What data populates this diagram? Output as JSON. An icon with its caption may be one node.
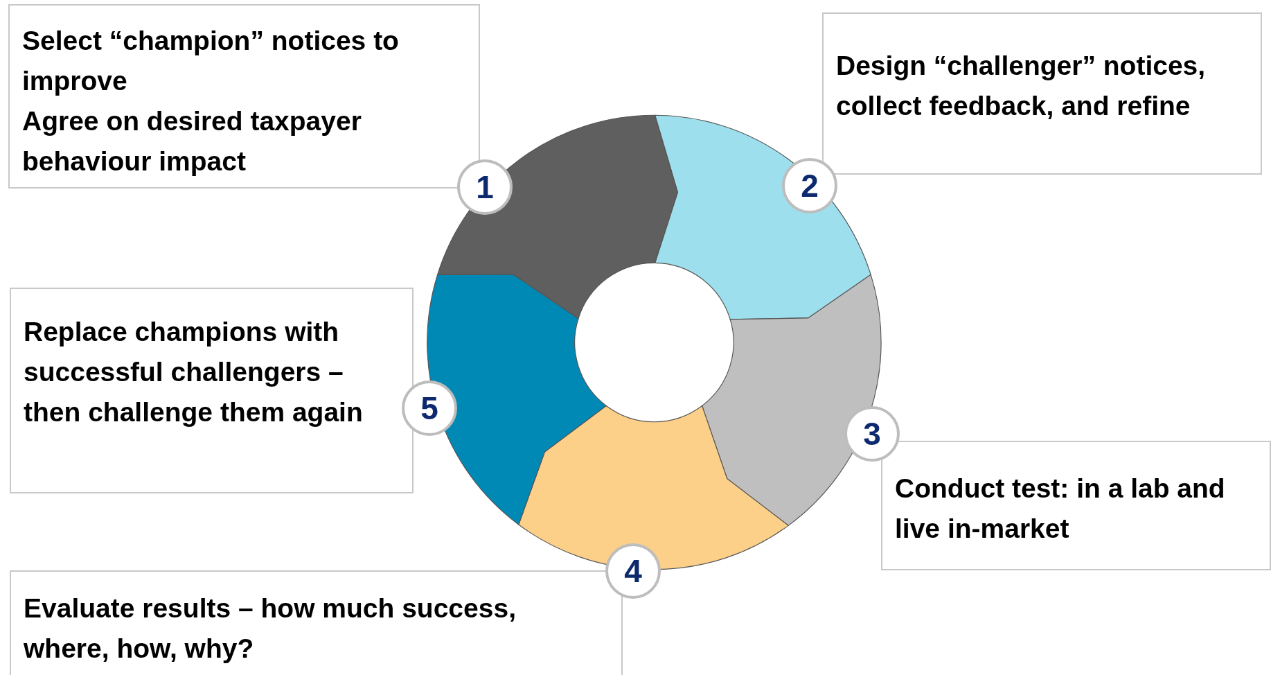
{
  "diagram": {
    "nodes": [
      {
        "text": [
          "Select “champion” notices to improve",
          "Agree on desired taxpayer behaviour impact"
        ]
      },
      {
        "text": [
          "1"
        ]
      },
      {
        "text": [
          "Design “challenger” notices, collect feedback, and refine"
        ]
      },
      {
        "text": [
          "2"
        ]
      },
      {
        "text": [
          "Replace champions with successful challengers – then challenge them again"
        ]
      },
      {
        "text": [
          "5"
        ]
      },
      {
        "text": [
          "3"
        ]
      },
      {
        "text": [
          "Conduct test: in a lab and live in-market"
        ]
      },
      {
        "text": [
          "4"
        ]
      },
      {
        "text": [
          "Evaluate results – how much success, where, how, why?"
        ]
      }
    ],
    "edges": []
  }
}
